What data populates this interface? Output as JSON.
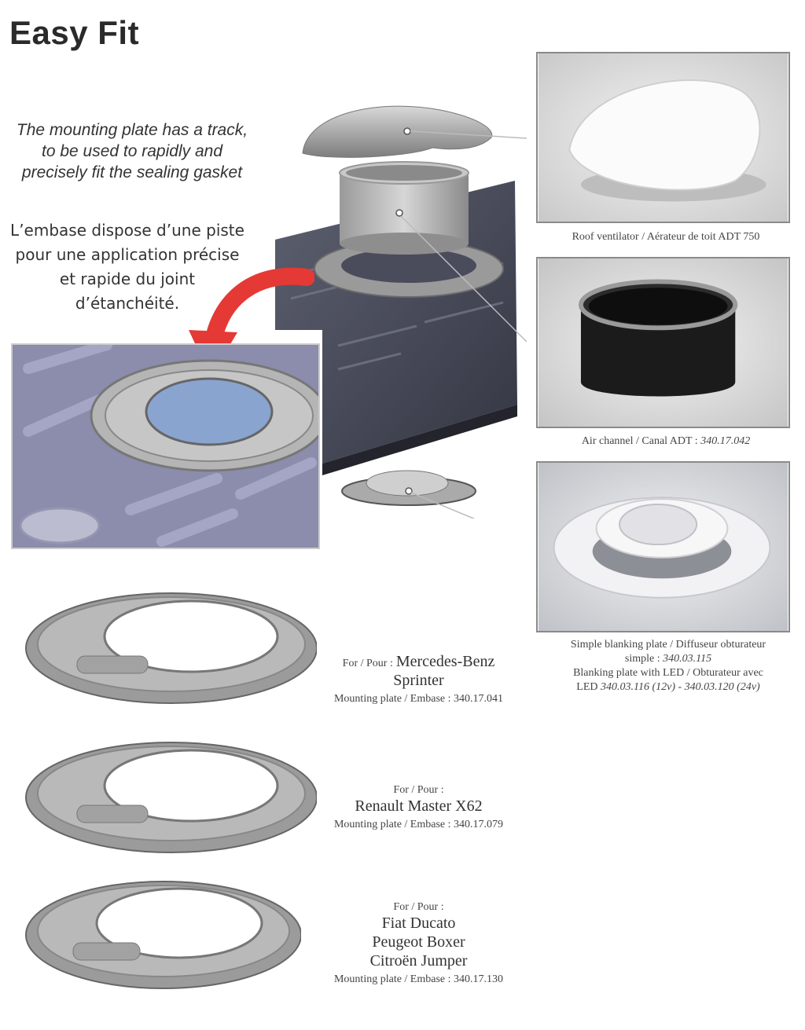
{
  "page": {
    "title": "Easy Fit",
    "intro_en": "The mounting plate has a track, to be used to rapidly and precisely fit the sealing gasket",
    "intro_fr": "L’embase dispose d’une piste pour une application précise et rapide du joint d’étanchéité."
  },
  "photos": [
    {
      "caption": "Roof ventilator / Aérateur de toit ADT 750"
    },
    {
      "caption_prefix": "Air channel / Canal ADT : ",
      "caption_ref": "340.17.042"
    },
    {
      "caption_line1": "Simple blanking plate / Diffuseur obturateur",
      "caption_line2_prefix": "simple : ",
      "caption_line2_ref": "340.03.115",
      "caption_line3": "Blanking plate with LED / Obturateur avec",
      "caption_line4_prefix": "LED ",
      "caption_line4_ref": "340.03.116 (12v) - 340.03.120 (24v)"
    }
  ],
  "plates": [
    {
      "for_label": "For / Pour :",
      "models": [
        "Mercedes-Benz",
        "Sprinter"
      ],
      "plate_ref": "Mounting plate / Embase : 340.17.041"
    },
    {
      "for_label": "For / Pour :",
      "models": [
        "Renault Master X62"
      ],
      "plate_ref": "Mounting plate / Embase : 340.17.079"
    },
    {
      "for_label": "For / Pour :",
      "models": [
        "Fiat Ducato",
        "Peugeot Boxer",
        "Citroën Jumper"
      ],
      "plate_ref": "Mounting plate / Embase : 340.17.130"
    }
  ],
  "colors": {
    "arrow_red": "#e53935",
    "roof_dark": "#4a4c5c",
    "render_bg": "#8f8fb0",
    "metal": "#a8a8a8"
  }
}
